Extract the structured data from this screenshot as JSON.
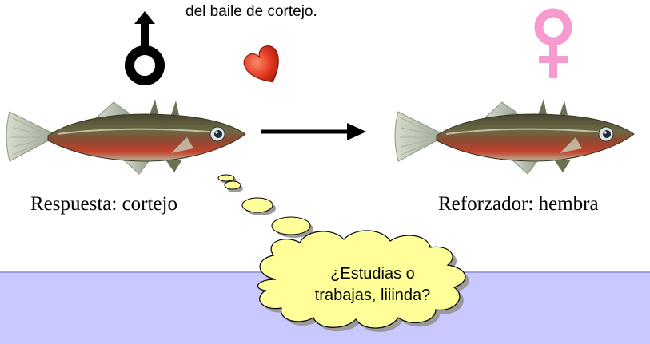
{
  "caption_top": "del baile de cortejo.",
  "left_label": "Respuesta: cortejo",
  "right_label": "Reforzador: hembra",
  "bubble_text": [
    "¿Estudias o",
    "trabajas, liiinda?"
  ],
  "colors": {
    "water": "#c9c9ff",
    "water_edge": "#8a8ad8",
    "bubble_fill": "#ffff99",
    "male_symbol": "#000000",
    "female_symbol": "#f79ad0",
    "heart": "#e23a22"
  },
  "icons": [
    "male-symbol-icon",
    "female-symbol-icon",
    "heart-icon",
    "arrow-right-icon",
    "fish-icon"
  ]
}
